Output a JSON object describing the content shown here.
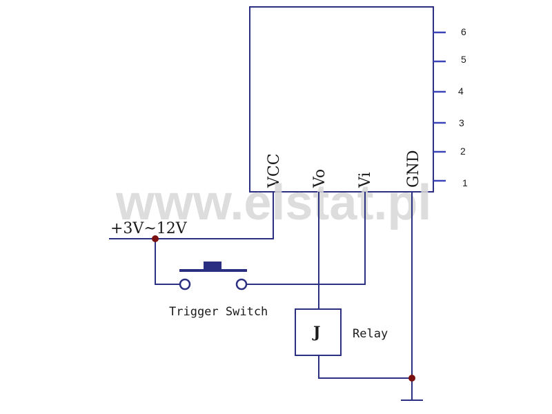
{
  "module": {
    "pins": [
      "VCC",
      "Vo",
      "Vi",
      "GND"
    ],
    "pin_numbers": [
      "6",
      "5",
      "4",
      "3",
      "2",
      "1"
    ]
  },
  "supply_label": "+3V~12V",
  "switch_label": "Trigger Switch",
  "relay": {
    "symbol": "J",
    "label": "Relay"
  },
  "watermark": "www.elstat.pl",
  "colors": {
    "wire": "#2b2f82",
    "pin": "#3a43b8",
    "node": "#7a1010",
    "watermark": "#d8d8d8"
  }
}
